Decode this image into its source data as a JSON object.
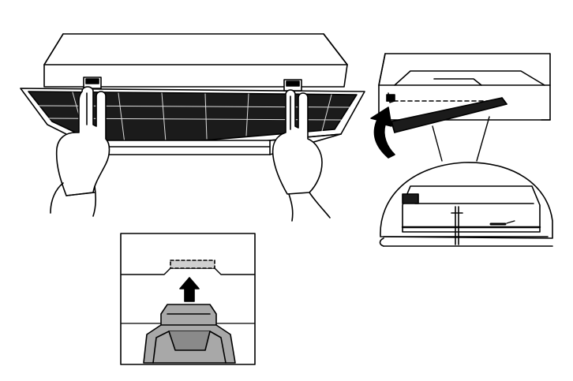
{
  "figure": {
    "panels": [
      {
        "id": "main",
        "depicts": "hands-unclipping-grease-filter-from-hood-underside"
      },
      {
        "id": "side",
        "depicts": "filter-tilted-down-and-removed-with-arrow"
      },
      {
        "id": "zoom",
        "depicts": "hinge-detail-magnified"
      },
      {
        "id": "inset",
        "depicts": "latch-pushed-up-into-slot"
      }
    ],
    "colors": {
      "ink": "#000000",
      "paper": "#ffffff",
      "filter_dark": "#1b1b1b",
      "latch_gray": "#a8a8a8",
      "latch_dark": "#8a8a8a"
    },
    "icons": [
      "up-arrow-icon",
      "curved-arrow-icon"
    ]
  }
}
